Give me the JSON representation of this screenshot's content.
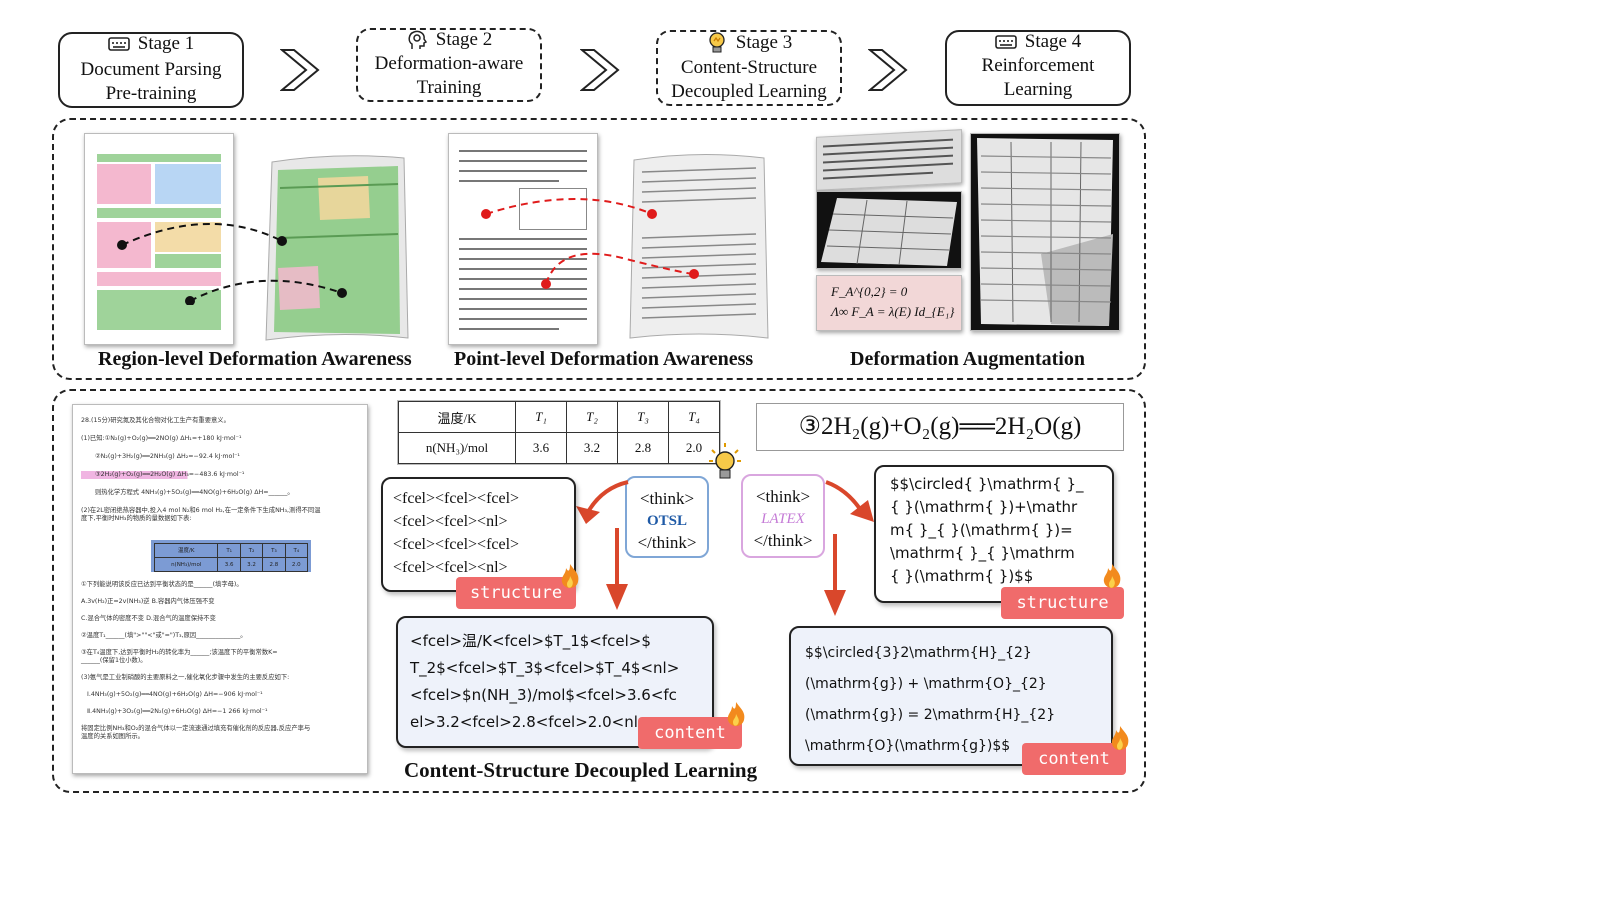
{
  "stages": [
    {
      "title": "Stage 1",
      "line1": "Document Parsing",
      "line2": "Pre-training",
      "icon": "keyboard-icon"
    },
    {
      "title": "Stage 2",
      "line1": "Deformation-aware",
      "line2": "Training",
      "icon": "gear-head-icon"
    },
    {
      "title": "Stage 3",
      "line1": "Content-Structure",
      "line2": "Decoupled Learning",
      "icon": "lightbulb-icon"
    },
    {
      "title": "Stage 4",
      "line1": "Reinforcement",
      "line2": "Learning",
      "icon": "keyboard-icon"
    }
  ],
  "captions": {
    "region": "Region-level Deformation Awareness",
    "point": "Point-level Deformation Awareness",
    "augment": "Deformation Augmentation",
    "decoupled": "Content-Structure Decoupled Learning"
  },
  "table_snippet": {
    "header": [
      "温度/K",
      "T₁",
      "T₂",
      "T₃",
      "T₄"
    ],
    "row": [
      "n(NH₃)/mol",
      "3.6",
      "3.2",
      "2.8",
      "2.0"
    ]
  },
  "formula_snippet": "③2H₂(g)+O₂(g)══2H₂O(g)",
  "aug_formula": {
    "line1": "F_A^{0,2} = 0",
    "line2": "Λ∞ F_A = λ(E) Id_{E₁}"
  },
  "think_otsl": {
    "open": "<think>",
    "mode": "OTSL",
    "close": "</think>"
  },
  "think_latex": {
    "open": "<think>",
    "mode": "LATEX",
    "close": "</think>"
  },
  "otsl_structure": [
    "<fcel><fcel><fcel>",
    "<fcel><fcel><nl>",
    "<fcel><fcel><fcel>",
    "<fcel><fcel><nl>"
  ],
  "latex_structure": [
    "$$\\circled{ }\\mathrm{ }_",
    "{ }(\\mathrm{ })+\\mathr",
    "m{ }_{ }(\\mathrm{ })=",
    "\\mathrm{ }_{ }\\mathrm",
    "{ }(\\mathrm{ })$$"
  ],
  "otsl_content": [
    "<fcel>温/K<fcel>$T_1$<fcel>$",
    "T_2$<fcel>$T_3$<fcel>$T_4$<nl>",
    "<fcel>$n(NH_3)/mol$<fcel>3.6<fc",
    "el>3.2<fcel>2.8<fcel>2.0<nl>"
  ],
  "latex_content": [
    "$$\\circled{3}2\\mathrm{H}_{2}",
    "(\\mathrm{g}) + \\mathrm{O}_{2}",
    "(\\mathrm{g}) =  2\\mathrm{H}_{2}",
    "\\mathrm{O}(\\mathrm{g})$$"
  ],
  "badges": {
    "structure": "structure",
    "content": "content"
  },
  "exam_doc": {
    "lines": [
      "28.(15分)研究氮及其化合物对化工生产有重要意义。",
      "(1)已知:①N₂(g)+O₂(g)══2NO(g)   ΔH₁=+180 kJ·mol⁻¹",
      "②N₂(g)+3H₂(g)══2NH₃(g)   ΔH₂=−92.4 kJ·mol⁻¹",
      "③2H₂(g)+O₂(g)══2H₂O(g)   ΔH₃=−483.6 kJ·mol⁻¹",
      "则热化学方程式 4NH₃(g)+5O₂(g)══4NO(g)+6H₂O(g)  ΔH=______。",
      "(2)在2L密闭绝热容器中,投入4 mol N₂和6 mol H₂,在一定条件下生成NH₃,测得不同温",
      "度下,平衡时NH₃的物质的量数据如下表:",
      "①下列能说明该反应已达到平衡状态的是______(填字母)。",
      "A.3v(H₂)正=2v(NH₃)逆          B.容器内气体压强不变",
      "C.混合气体的密度不变          D.混合气的温度保持不变",
      "②温度T₁______(填\">\"\"<\"或\"=\")T₃,原因______________。",
      "③在T₄温度下,达到平衡时H₂的转化率为______;该温度下的平衡常数K=",
      "______(保留1位小数)。",
      "(3)氨气是工业制硝酸的主要原料之一,催化氧化步骤中发生的主要反应如下:",
      "Ⅰ.4NH₃(g)+5O₂(g)══4NO(g)+6H₂O(g)  ΔH=−906 kJ·mol⁻¹",
      "Ⅱ.4NH₃(g)+3O₂(g)══2N₂(g)+6H₂O(g)  ΔH=−1 266 kJ·mol⁻¹",
      "将固定比例NH₃和O₂的混合气体以一定流速通过填充有催化剂的反应器,反应产率与",
      "温度的关系如图所示。"
    ],
    "mini_table": {
      "header": [
        "温度/K",
        "T₁",
        "T₂",
        "T₃",
        "T₄"
      ],
      "row": [
        "n(NH₃)/mol",
        "3.6",
        "3.2",
        "2.8",
        "2.0"
      ]
    }
  },
  "colors": {
    "badge": "#f06b6b",
    "otsl_border": "#7fa6d6",
    "latex_border": "#d9a6df",
    "arrow": "#d9472b",
    "content_bg": "#eef2fa",
    "latex_text": "#c47ad6",
    "otsl_text": "#1f5aa6"
  }
}
